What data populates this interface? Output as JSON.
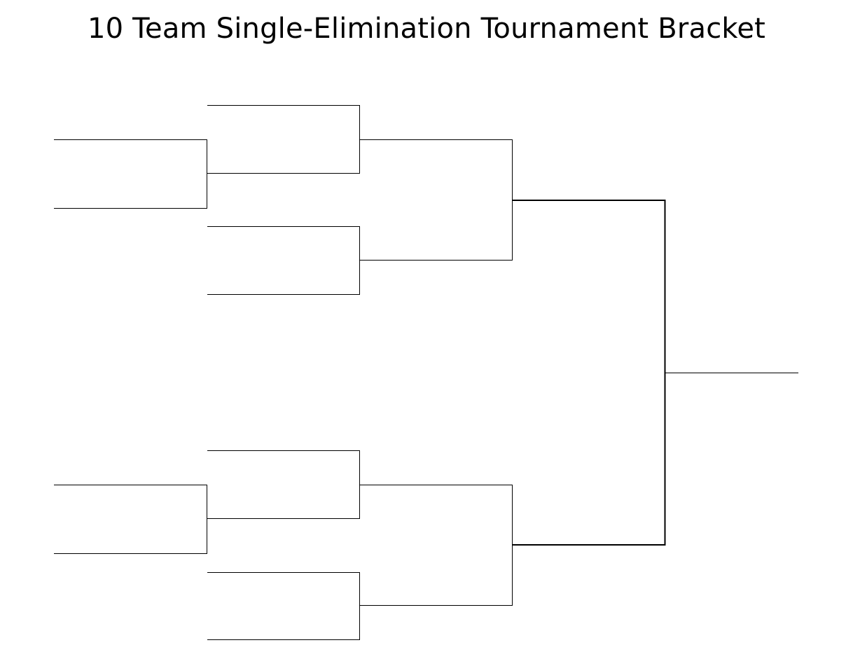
{
  "title": "10 Team Single-Elimination Tournament Bracket",
  "colors": {
    "line": "#000000",
    "background": "#ffffff"
  },
  "bracket": {
    "teams": 10,
    "rounds": [
      {
        "name": "round-1",
        "matches": 2
      },
      {
        "name": "round-2",
        "matches": 4
      },
      {
        "name": "round-3",
        "matches": 2
      },
      {
        "name": "round-4",
        "matches": 1
      }
    ],
    "champion_slot": true
  }
}
